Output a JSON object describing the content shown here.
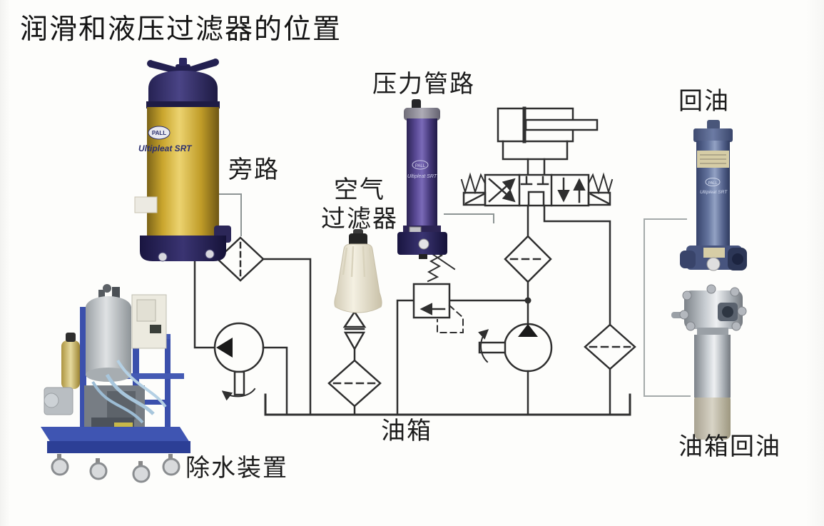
{
  "title": "润滑和液压过滤器的位置",
  "labels": {
    "bypass": "旁路",
    "air_filter": [
      "空气",
      "过滤器"
    ],
    "pressure_line": "压力管路",
    "return_oil": "回油",
    "tank": "油箱",
    "tank_return": "油箱回油",
    "water_removal": "除水装置"
  },
  "products": {
    "bypass_filter": {
      "brand": "PALL",
      "model": "Ultipleat SRT",
      "body_color": "#caa62e"
    },
    "pressure_filter": {
      "brand": "PALL",
      "model": "Ultipleat SRT",
      "body_color": "#4a3c80"
    },
    "return_filter": {
      "brand": "PALL",
      "model": "Ultipleat SRT",
      "body_color": "#56648e"
    },
    "tank_return_filter": {
      "body_color": "#c6cacc"
    },
    "air_filter": {
      "body_color": "#efe9da"
    },
    "water_removal_unit": {
      "frame_color": "#3a4fae"
    }
  },
  "diagram": {
    "line_color": "#2f2f2f",
    "bracket_color": "#8d9494",
    "symbols": [
      "cylinder",
      "directional-valve-4-3",
      "pressure-filter",
      "return-filter",
      "bypass-filter",
      "air-breather",
      "relief-valve",
      "pump",
      "tank"
    ]
  }
}
